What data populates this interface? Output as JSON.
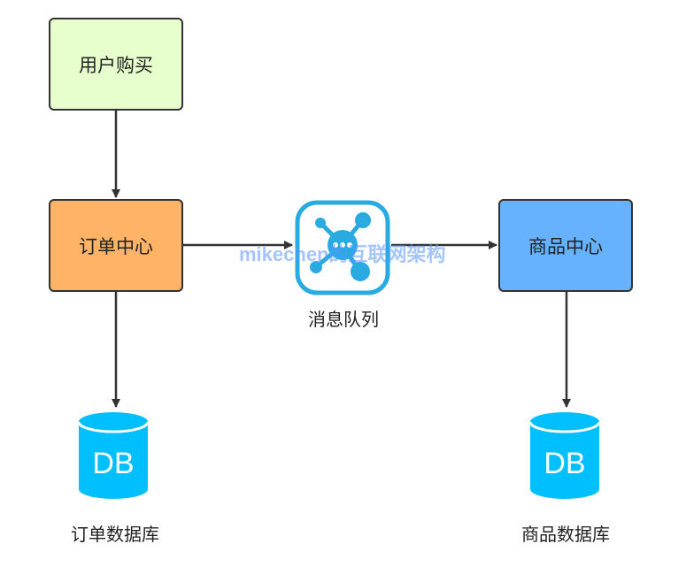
{
  "nodes": {
    "user_purchase": "用户购买",
    "order_center": "订单中心",
    "message_queue": "消息队列",
    "product_center": "商品中心",
    "order_db": "订单数据库",
    "product_db": "商品数据库",
    "db_label": "DB"
  },
  "watermark": "mikechen的互联网架构",
  "colors": {
    "user_box": "#e6ffcc",
    "order_box": "#ffb366",
    "product_box": "#66b2ff",
    "database": "#00bfff",
    "queue_icon": "#29abe2"
  }
}
